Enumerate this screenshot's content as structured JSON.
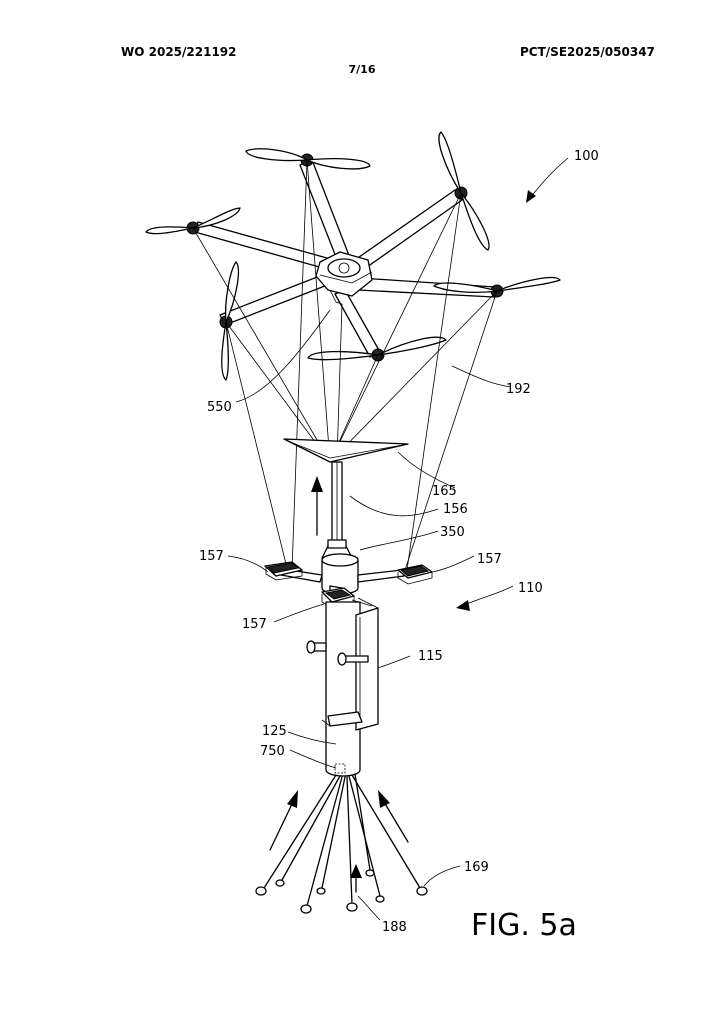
{
  "header": {
    "publication_number": "WO 2025/221192",
    "application_number": "PCT/SE2025/050347",
    "sheet": "7/16"
  },
  "figure": {
    "label": "FIG. 5a",
    "reference_numerals": {
      "r100": "100",
      "r192": "192",
      "r550": "550",
      "r165": "165",
      "r156": "156",
      "r350": "350",
      "r157a": "157",
      "r157b": "157",
      "r157c": "157",
      "r110": "110",
      "r115": "115",
      "r125": "125",
      "r750": "750",
      "r169": "169",
      "r188": "188"
    }
  }
}
